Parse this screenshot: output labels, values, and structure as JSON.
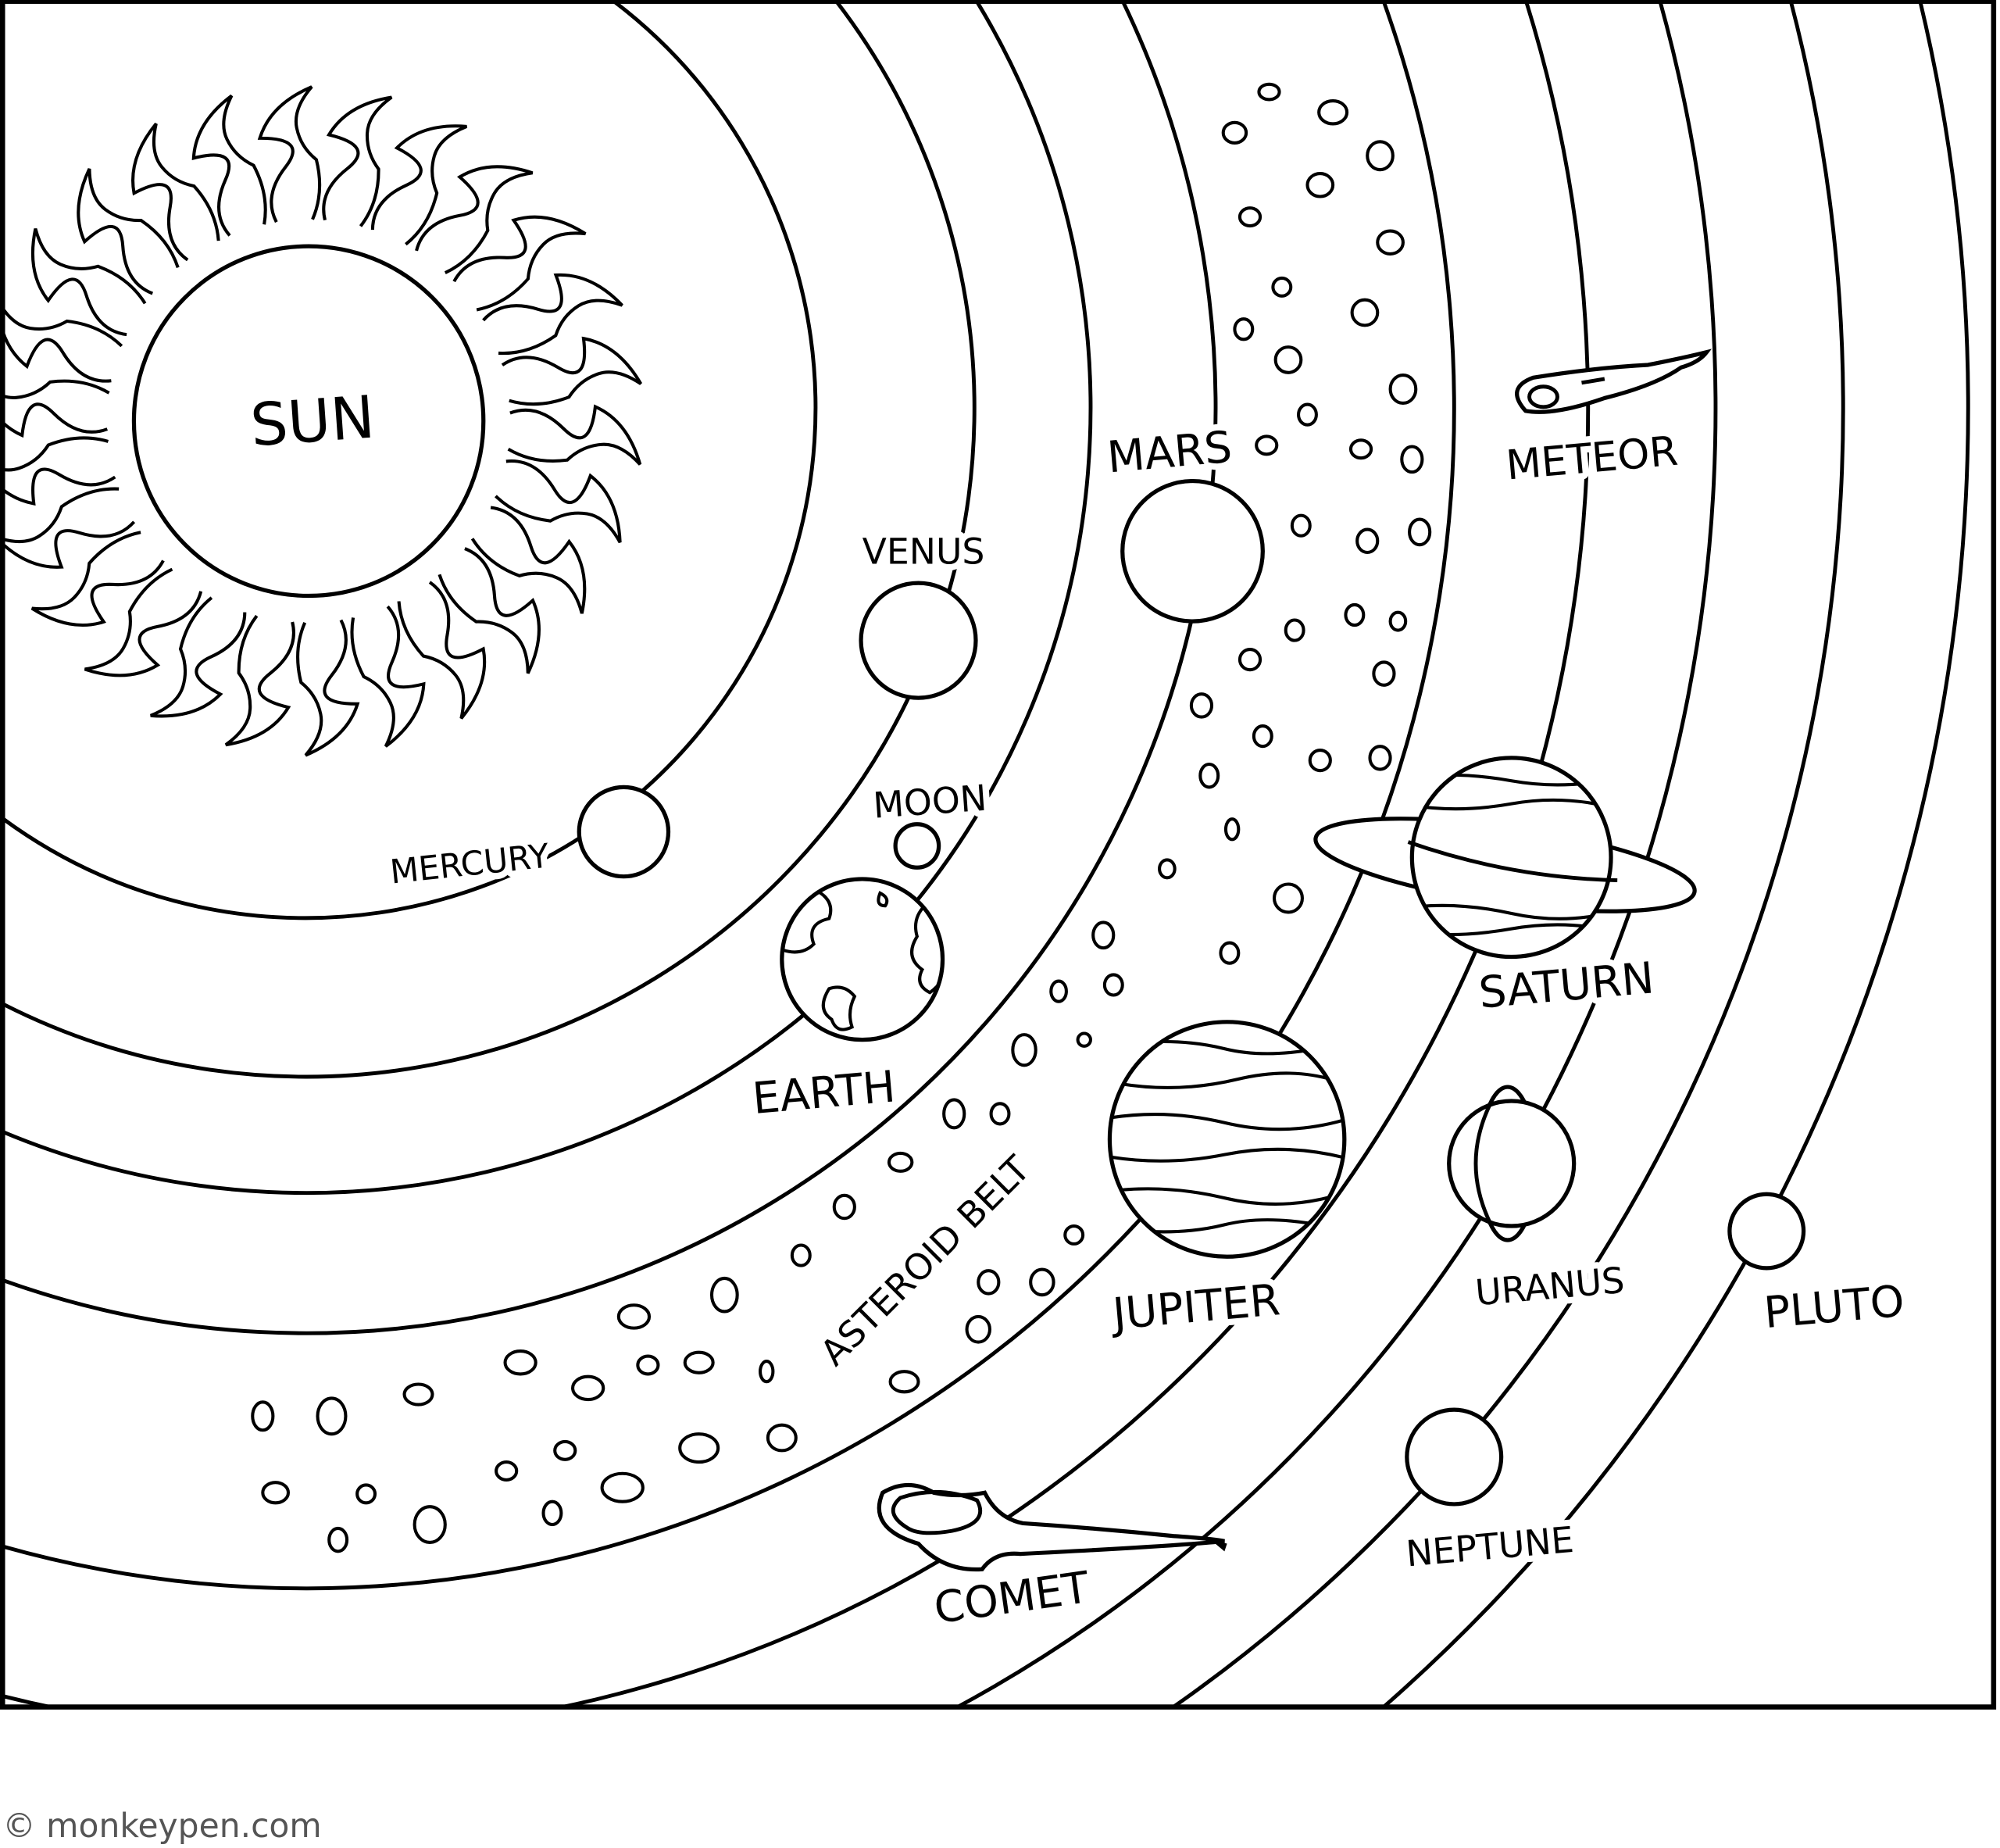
{
  "labels": {
    "sun": "SUN",
    "mercury": "MERCURY",
    "venus": "VENUS",
    "moon": "MOON",
    "earth": "EARTH",
    "mars": "MARS",
    "asteroid_belt": "ASTEROID BELT",
    "jupiter": "JUPITER",
    "saturn": "SATURN",
    "uranus": "URANUS",
    "neptune": "NEPTUNE",
    "pluto": "PLUTO",
    "meteor": "METEOR",
    "comet": "COMET"
  },
  "watermark": "© monkeypen.com",
  "colors": {
    "line": "#000000",
    "background": "#ffffff",
    "watermark": "#555555"
  }
}
